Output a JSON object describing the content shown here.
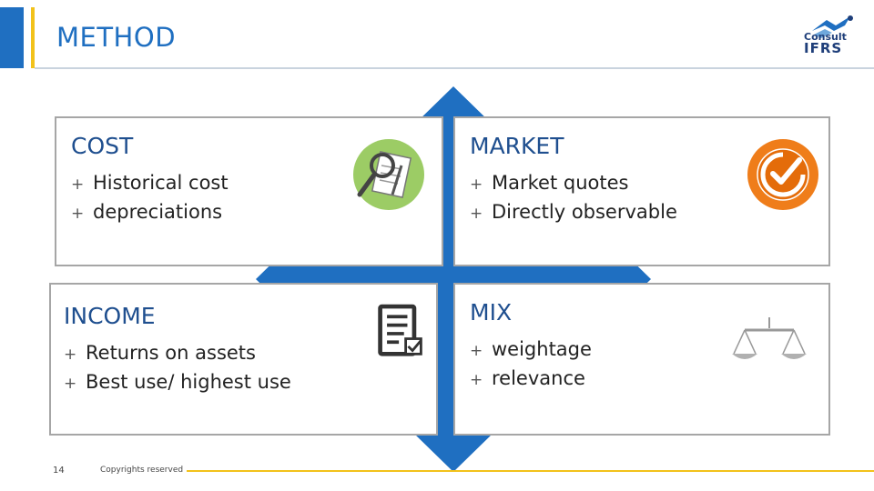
{
  "header": {
    "title": "METHOD"
  },
  "logo": {
    "line1": "Consult",
    "line2": "IFRS"
  },
  "quadrants": {
    "cost": {
      "title": "COST",
      "items": [
        "Historical cost",
        "depreciations"
      ],
      "icon": "magnifier-document-icon"
    },
    "market": {
      "title": "MARKET",
      "items": [
        "Market quotes",
        "Directly observable"
      ],
      "icon": "target-check-icon"
    },
    "income": {
      "title": "INCOME",
      "items": [
        "Returns on assets",
        "Best use/ highest use"
      ],
      "icon": "checklist-document-icon"
    },
    "mix": {
      "title": "MIX",
      "items": [
        "weightage",
        "relevance"
      ],
      "icon": "balance-scale-icon"
    }
  },
  "bullet_symbol": "+",
  "footer": {
    "page_number": "14",
    "copyright": "Copyrights reserved"
  },
  "colors": {
    "accent_blue": "#1f6fc1",
    "accent_yellow": "#f2c21b",
    "box_border": "#a6a6a6"
  }
}
